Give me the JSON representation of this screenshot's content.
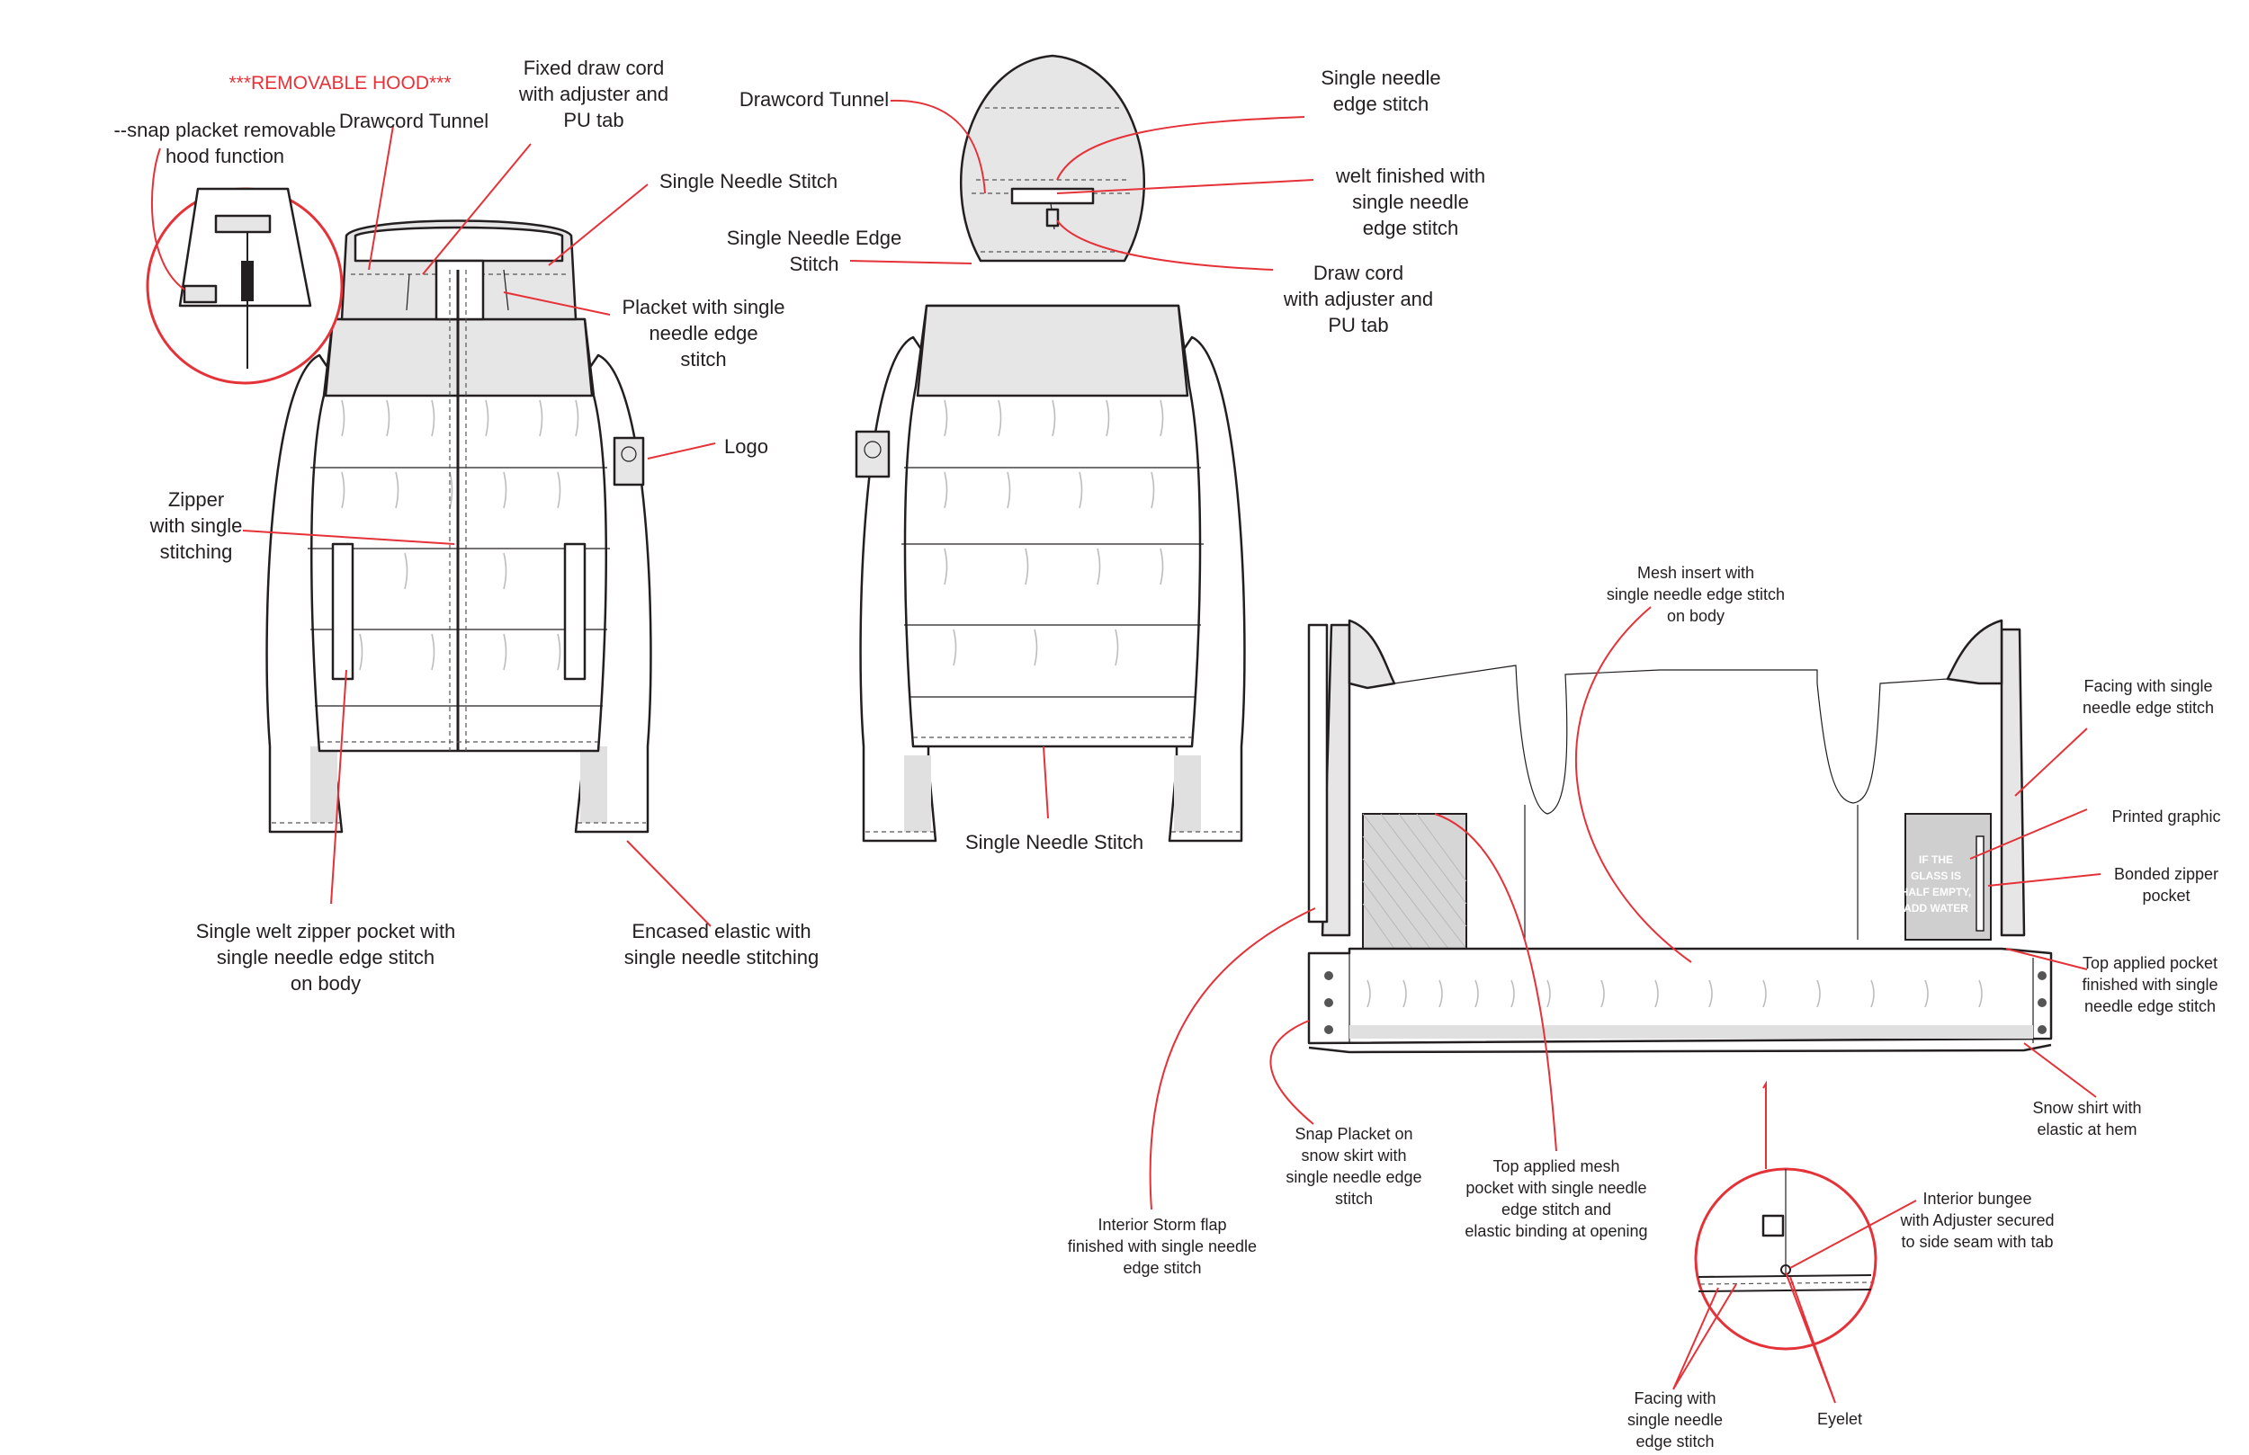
{
  "colors": {
    "callout": "#e53238",
    "outline": "#231f20",
    "panel": "#e6e6e6"
  },
  "labels": {
    "removable_hood": "***REMOVABLE HOOD***",
    "snap_placket_1": "--snap placket removable",
    "snap_placket_2": "hood function",
    "drawcord_tunnel_front": "Drawcord Tunnel",
    "fixed_draw_cord_1": "Fixed draw cord",
    "fixed_draw_cord_2": "with adjuster and",
    "fixed_draw_cord_3": "PU tab",
    "single_needle_stitch_front": "Single Needle Stitch",
    "placket_1": "Placket with single",
    "placket_2": "needle edge",
    "placket_3": "stitch",
    "logo": "Logo",
    "zipper_1": "Zipper",
    "zipper_2": "with single",
    "zipper_3": "stitching",
    "welt_pocket_1": "Single welt zipper pocket with",
    "welt_pocket_2": "single needle edge stitch",
    "welt_pocket_3": "on body",
    "encased_elastic_1": "Encased elastic with",
    "encased_elastic_2": "single needle stitching",
    "drawcord_tunnel_back": "Drawcord Tunnel",
    "single_needle_edge_stitch_1": "Single Needle Edge",
    "single_needle_edge_stitch_2": "Stitch",
    "sn_edge_stitch_hood_1": "Single needle",
    "sn_edge_stitch_hood_2": "edge stitch",
    "welt_finished_1": "welt finished with",
    "welt_finished_2": "single needle",
    "welt_finished_3": "edge stitch",
    "draw_cord_back_1": "Draw cord",
    "draw_cord_back_2": "with adjuster and",
    "draw_cord_back_3": "PU tab",
    "single_needle_stitch_back": "Single Needle Stitch",
    "mesh_insert_1": "Mesh insert with",
    "mesh_insert_2": "single needle edge stitch",
    "mesh_insert_3": "on body",
    "facing_1": "Facing with single",
    "facing_2": "needle edge stitch",
    "printed_graphic": "Printed graphic",
    "bonded_zipper_1": "Bonded zipper",
    "bonded_zipper_2": "pocket",
    "top_applied_pocket_1": "Top applied pocket",
    "top_applied_pocket_2": "finished with single",
    "top_applied_pocket_3": "needle edge stitch",
    "snow_shirt_1": "Snow shirt with",
    "snow_shirt_2": "elastic at hem",
    "snap_placket_skirt_1": "Snap Placket on",
    "snap_placket_skirt_2": "snow skirt with",
    "snap_placket_skirt_3": "single needle edge",
    "snap_placket_skirt_4": "stitch",
    "mesh_pocket_1": "Top applied mesh",
    "mesh_pocket_2": "pocket with single needle",
    "mesh_pocket_3": "edge stitch and",
    "mesh_pocket_4": "elastic binding at opening",
    "storm_flap_1": "Interior Storm flap",
    "storm_flap_2": "finished with single needle",
    "storm_flap_3": "edge stitch",
    "interior_bungee_1": "Interior bungee",
    "interior_bungee_2": "with Adjuster secured",
    "interior_bungee_3": "to side seam with tab",
    "facing_detail_1": "Facing with",
    "facing_detail_2": "single needle",
    "facing_detail_3": "edge stitch",
    "eyelet": "Eyelet"
  },
  "graphic_text": [
    "IF THE",
    "GLASS IS",
    "HALF EMPTY,",
    "ADD WATER"
  ]
}
